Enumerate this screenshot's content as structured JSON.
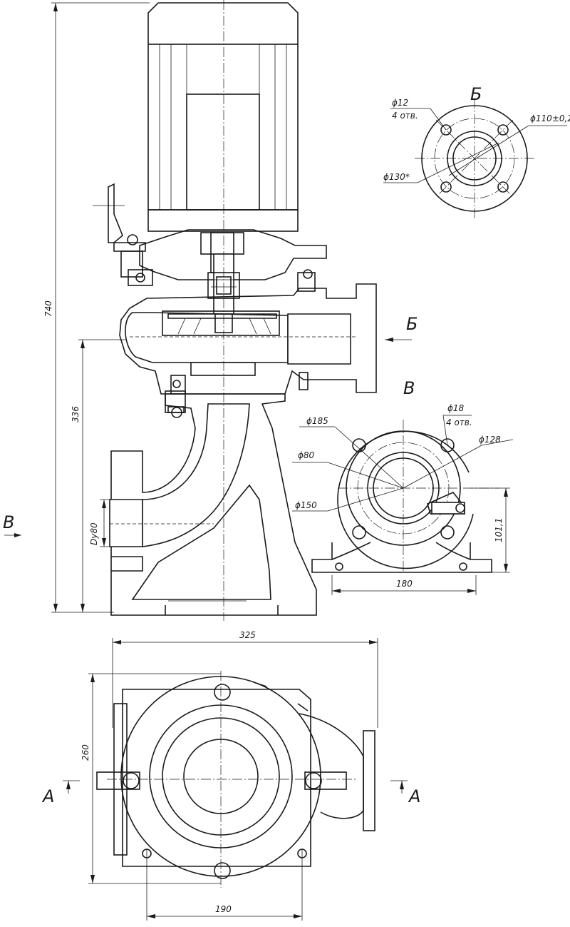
{
  "section_labels": {
    "view_b_cyr": "Б",
    "view_b_cyr_arrow": "Б",
    "view_v": "В",
    "view_v_arrow": "В",
    "section_a_left": "А",
    "section_a_right": "А"
  },
  "dimensions": {
    "overall_height": "740",
    "axis_height": "336",
    "inlet_dn": "Dy80",
    "flange_hole_dia": "ϕ12",
    "flange_hole_count": "4 отв.",
    "flange_spigot": "ϕ110±0,2",
    "flange_bolt_circle": "ϕ130*",
    "inlet_flange_outer": "ϕ185",
    "inlet_bore": "ϕ80",
    "inlet_raised_face": "ϕ150",
    "inlet_hole_dia": "ϕ18",
    "inlet_hole_count": "4 отв.",
    "inlet_bolt_circle": "ϕ128",
    "base_width": "180",
    "axis_offset": "101,1",
    "plan_width": "325",
    "plan_depth": "260",
    "foot_spacing": "190"
  }
}
